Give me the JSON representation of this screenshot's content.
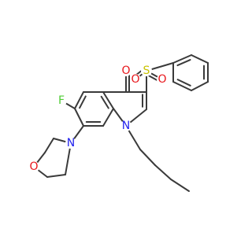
{
  "molecule": {
    "atoms": [
      {
        "id": "O_carbonyl",
        "label": "O",
        "color": "#e8161b"
      },
      {
        "id": "S_sulfonyl",
        "label": "S",
        "color": "#c9c200"
      },
      {
        "id": "O_sulfonyl_a",
        "label": "O",
        "color": "#e8161b"
      },
      {
        "id": "O_sulfonyl_b",
        "label": "O",
        "color": "#e8161b"
      },
      {
        "id": "F",
        "label": "F",
        "color": "#4fcc34"
      },
      {
        "id": "N_quinolone",
        "label": "N",
        "color": "#2222ee"
      },
      {
        "id": "N_morpholine",
        "label": "N",
        "color": "#2222ee"
      },
      {
        "id": "O_morpholine",
        "label": "O",
        "color": "#e8161b"
      }
    ],
    "bond_color": "#3a3a3a"
  }
}
